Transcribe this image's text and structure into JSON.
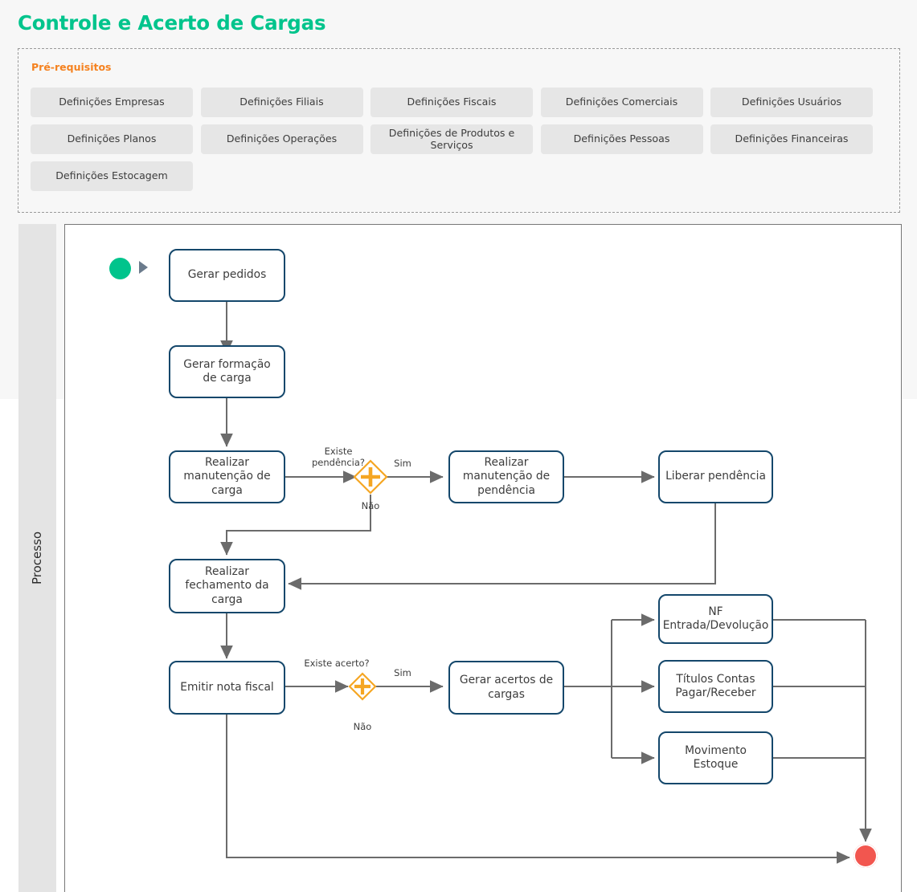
{
  "header": {
    "title": "Controle e Acerto de Cargas",
    "title_color": "#00c48c"
  },
  "prerequisites": {
    "section_label": "Pré-requisitos",
    "section_label_color": "#f58220",
    "items": [
      {
        "label": "Definições Empresas"
      },
      {
        "label": "Definições Filiais"
      },
      {
        "label": "Definições Fiscais"
      },
      {
        "label": "Definições Comerciais"
      },
      {
        "label": "Definições Usuários"
      },
      {
        "label": "Definições Planos"
      },
      {
        "label": "Definições Operações"
      },
      {
        "label": "Definições de Produtos e Serviços"
      },
      {
        "label": "Definições Pessoas"
      },
      {
        "label": "Definições  Financeiras"
      },
      {
        "label": "Definições Estocagem"
      }
    ]
  },
  "pool": {
    "lane_label": "Processo"
  },
  "diagram": {
    "type": "bpmn-flowchart",
    "colors": {
      "task_border": "#14476b",
      "task_fill": "#ffffff",
      "gateway_stroke": "#f5a623",
      "start_event": "#00c48c",
      "end_event": "#f2564f",
      "connector": "#6b6b6b"
    },
    "start_event": {
      "name": "start-event"
    },
    "end_event": {
      "name": "end-event"
    },
    "tasks": [
      {
        "id": "gerar-pedidos",
        "label": "Gerar pedidos"
      },
      {
        "id": "gerar-formacao-carga",
        "label": "Gerar formação de carga"
      },
      {
        "id": "realizar-manutencao-carga",
        "label": "Realizar manutenção de carga"
      },
      {
        "id": "realizar-manutencao-pendencia",
        "label": "Realizar manutenção de pendência"
      },
      {
        "id": "liberar-pendencia",
        "label": "Liberar pendência"
      },
      {
        "id": "realizar-fechamento-carga",
        "label": "Realizar fechamento da carga"
      },
      {
        "id": "emitir-nota-fiscal",
        "label": "Emitir nota fiscal"
      },
      {
        "id": "gerar-acertos-cargas",
        "label": "Gerar acertos de cargas"
      },
      {
        "id": "nf-entrada-devolucao",
        "label": "NF Entrada/Devolução"
      },
      {
        "id": "titulos-contas",
        "label": "Títulos Contas Pagar/Receber"
      },
      {
        "id": "movimento-estoque",
        "label": "Movimento Estoque"
      }
    ],
    "gateways": [
      {
        "id": "gw-pendencia",
        "question": "Existe pendência?",
        "yes_label": "Sim",
        "no_label": "Não"
      },
      {
        "id": "gw-acerto",
        "question": "Existe acerto?",
        "yes_label": "Sim",
        "no_label": "Não"
      }
    ]
  }
}
